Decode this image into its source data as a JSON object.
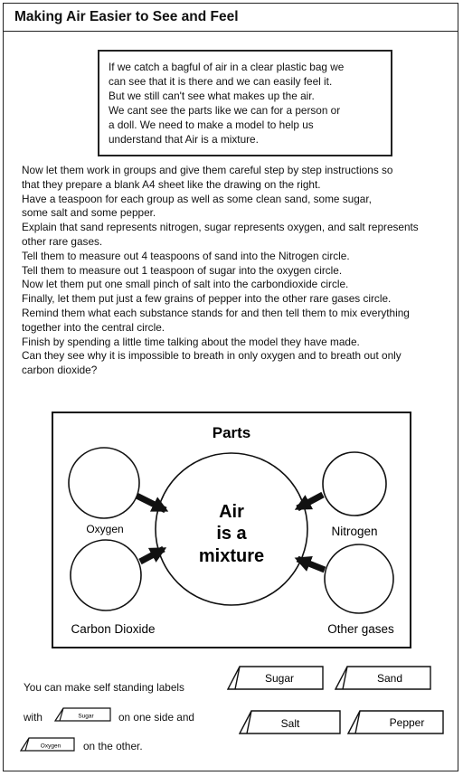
{
  "title": "Making Air Easier to See and Feel",
  "intro_lines": [
    "If we catch a bagful of air in a clear plastic bag we",
    "can see that it is there and we can easily feel it.",
    "But we still can't see what makes up the air.",
    "We cant see the parts like we can for a person or",
    "a doll.  We need to make a model to help us",
    "understand that Air is a mixture."
  ],
  "instructions": [
    "Now let them work in groups and give them careful step by step instructions so",
    "that they prepare a blank A4 sheet like the drawing on the right.",
    "Have a teaspoon for each group as well as some clean sand, some sugar,",
    "some salt and some pepper.",
    "Explain that sand represents nitrogen, sugar represents oxygen, and salt represents",
    "other rare gases.",
    "Tell them to measure out 4 teaspoons of sand into the Nitrogen circle.",
    "Tell them to measure out 1 teaspoon of sugar into the oxygen circle.",
    "Now let them put one small pinch of salt into the carbondioxide circle.",
    "Finally, let them put just a few grains of pepper into the other rare gases circle.",
    "Remind them what each substance stands for and then tell them to mix everything",
    "together into the central circle.",
    "Finish by spending a little time talking about the model they have made.",
    "Can they see why it is impossible to breath in only oxygen and to breath out only",
    "carbon dioxide?"
  ],
  "diagram": {
    "title": "Parts",
    "center_lines": [
      "Air",
      "is a",
      "mixture"
    ],
    "oxygen": "Oxygen",
    "nitrogen": "Nitrogen",
    "carbon_dioxide": "Carbon Dioxide",
    "other_gases": "Other gases"
  },
  "labels_note": {
    "line1": "You can make self standing labels",
    "line2_before": "with",
    "line2_after": "on one side and",
    "line3_after": "on the other.",
    "example_front": "Sugar",
    "example_back": "Oxygen"
  },
  "tent_labels": [
    "Sugar",
    "Sand",
    "Salt",
    "Pepper"
  ]
}
